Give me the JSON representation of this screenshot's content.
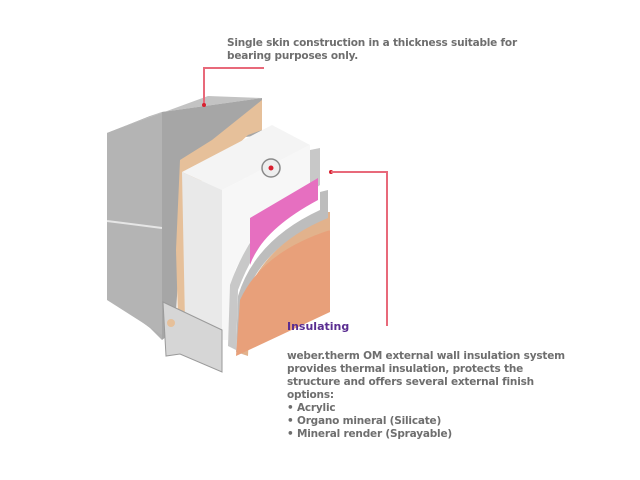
{
  "callouts": {
    "top": {
      "text": "Single skin construction in a thickness suitable for bearing purposes only."
    },
    "insulating": {
      "heading": "Insulating",
      "body": "weber.therm OM external wall insulation system provides thermal insulation, protects the structure and offers several external finish options:",
      "options": [
        "Acrylic",
        "Organo mineral (Silicate)",
        "Mineral render (Sprayable)"
      ]
    }
  },
  "colors": {
    "heading": "#5a2d91",
    "text": "#6e6e6e",
    "leader_line": "#e8697a",
    "concrete": "#b9b9b9",
    "adhesive": "#e6c09a",
    "insulation_board": "#f2f2f2",
    "mesh": "#e66fc0",
    "render": "#e8a07a"
  },
  "illustration": {
    "layers": [
      "concrete-block-wall",
      "adhesive-layer",
      "insulation-board",
      "mechanical-fixing",
      "reinforcing-mesh",
      "base-coat",
      "finish-render",
      "base-rail"
    ]
  }
}
